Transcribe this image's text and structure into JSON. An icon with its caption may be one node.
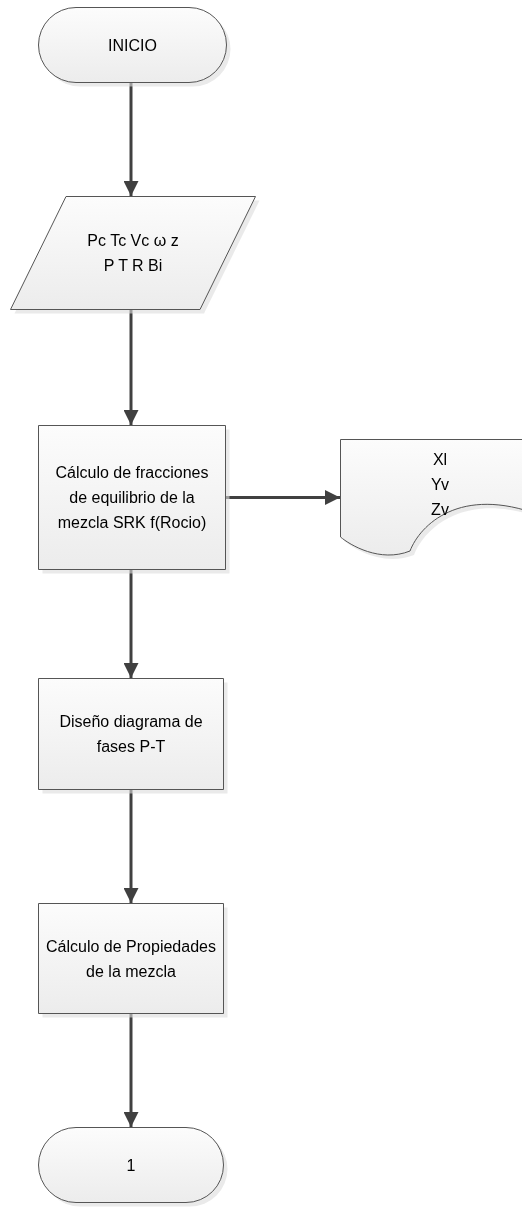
{
  "diagram": {
    "nodes": [
      {
        "text": [
          "INICIO"
        ]
      },
      {
        "text": [
          "Pc Tc Vc ω z",
          "P T R Bi"
        ]
      },
      {
        "text": [
          "Cálculo de fracciones de equilibrio de la mezcla SRK f(Rocio)"
        ]
      },
      {
        "text": [
          "Xl",
          "Yv",
          "Zv"
        ]
      },
      {
        "text": [
          "Diseño diagrama de fases P-T"
        ]
      },
      {
        "text": [
          "Cálculo de Propiedades de la mezcla"
        ]
      },
      {
        "text": [
          "1"
        ]
      }
    ],
    "edges": [
      {
        "from": 0,
        "to": 1,
        "arrow": "to"
      },
      {
        "from": 1,
        "to": 2,
        "arrow": "to"
      },
      {
        "from": 2,
        "to": 3,
        "arrow": "to"
      },
      {
        "from": 2,
        "to": 4,
        "arrow": "to"
      },
      {
        "from": 4,
        "to": 5,
        "arrow": "to"
      },
      {
        "from": 5,
        "to": 6,
        "arrow": "to"
      }
    ]
  }
}
